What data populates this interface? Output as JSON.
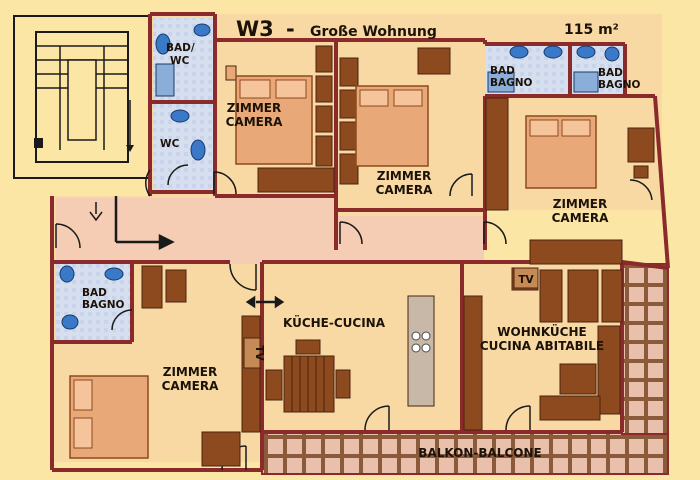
{
  "header": {
    "unit": "W3",
    "separator": "-",
    "subtitle": "Große Wohnung",
    "area": "115 m²"
  },
  "rooms": {
    "bad_wc": [
      "BAD/",
      "WC"
    ],
    "wc": "WC",
    "zimmer1": [
      "ZIMMER",
      "CAMERA"
    ],
    "zimmer2": [
      "ZIMMER",
      "CAMERA"
    ],
    "bad1": [
      "BAD",
      "BAGNO"
    ],
    "bad2": [
      "BAD",
      "BAGNO"
    ],
    "zimmer3": [
      "ZIMMER",
      "CAMERA"
    ],
    "bad3": [
      "BAD",
      "BAGNO"
    ],
    "zimmer4": [
      "ZIMMER",
      "CAMERA"
    ],
    "kueche": "KÜCHE-CUCINA",
    "wohnkueche": [
      "WOHNKÜCHE",
      "CUCINA ABITABILE"
    ],
    "balkon": "BALKON-BALCONE"
  },
  "labels": {
    "tv1": "TV",
    "tv2": "TV"
  },
  "colors": {
    "background": "#fbe6a6",
    "floor": "#f8d9a3",
    "corridor": "#f4cdb4",
    "wall": "#8a2a2a",
    "bathroom": "#d3dbec",
    "furniture": "#8d4a1e",
    "bed": "#e8a878",
    "balcony": "#e7b8a3"
  }
}
